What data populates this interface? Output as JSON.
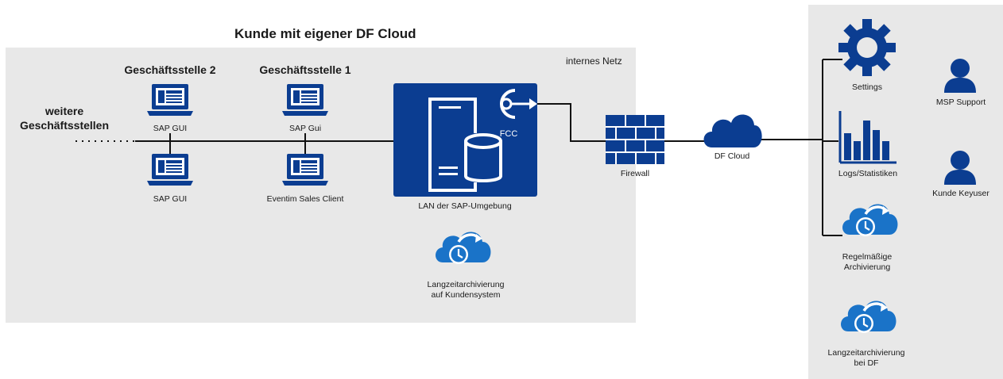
{
  "title": "Kunde mit eigener DF Cloud",
  "network_label": "internes Netz",
  "branches": {
    "branch2": "Geschäftsstelle 2",
    "branch1": "Geschäftsstelle 1",
    "more_line1": "weitere",
    "more_line2": "Geschäftsstellen"
  },
  "clients": {
    "b2_top": "SAP GUI",
    "b2_bottom": "SAP GUI",
    "b1_top": "SAP Gui",
    "b1_bottom": "Eventim Sales Client"
  },
  "lan": {
    "fcc": "FCC",
    "label": "LAN der SAP-Umgebung"
  },
  "archive_local": {
    "line1": "Langzeitarchivierung",
    "line2": "auf Kundensystem"
  },
  "firewall": "Firewall",
  "cloud": "DF Cloud",
  "right_panel": {
    "settings": "Settings",
    "logs": "Logs/Statistiken",
    "regular_line1": "Regelmäßige",
    "regular_line2": "Archivierung",
    "longterm_line1": "Langzeitarchivierung",
    "longterm_line2": "bei DF",
    "msp_support": "MSP Support",
    "key_user": "Kunde Keyuser"
  },
  "colors": {
    "primary_blue": "#0b3d91",
    "cloud_blue": "#1a73c8",
    "panel_gray": "#e8e8e8"
  }
}
